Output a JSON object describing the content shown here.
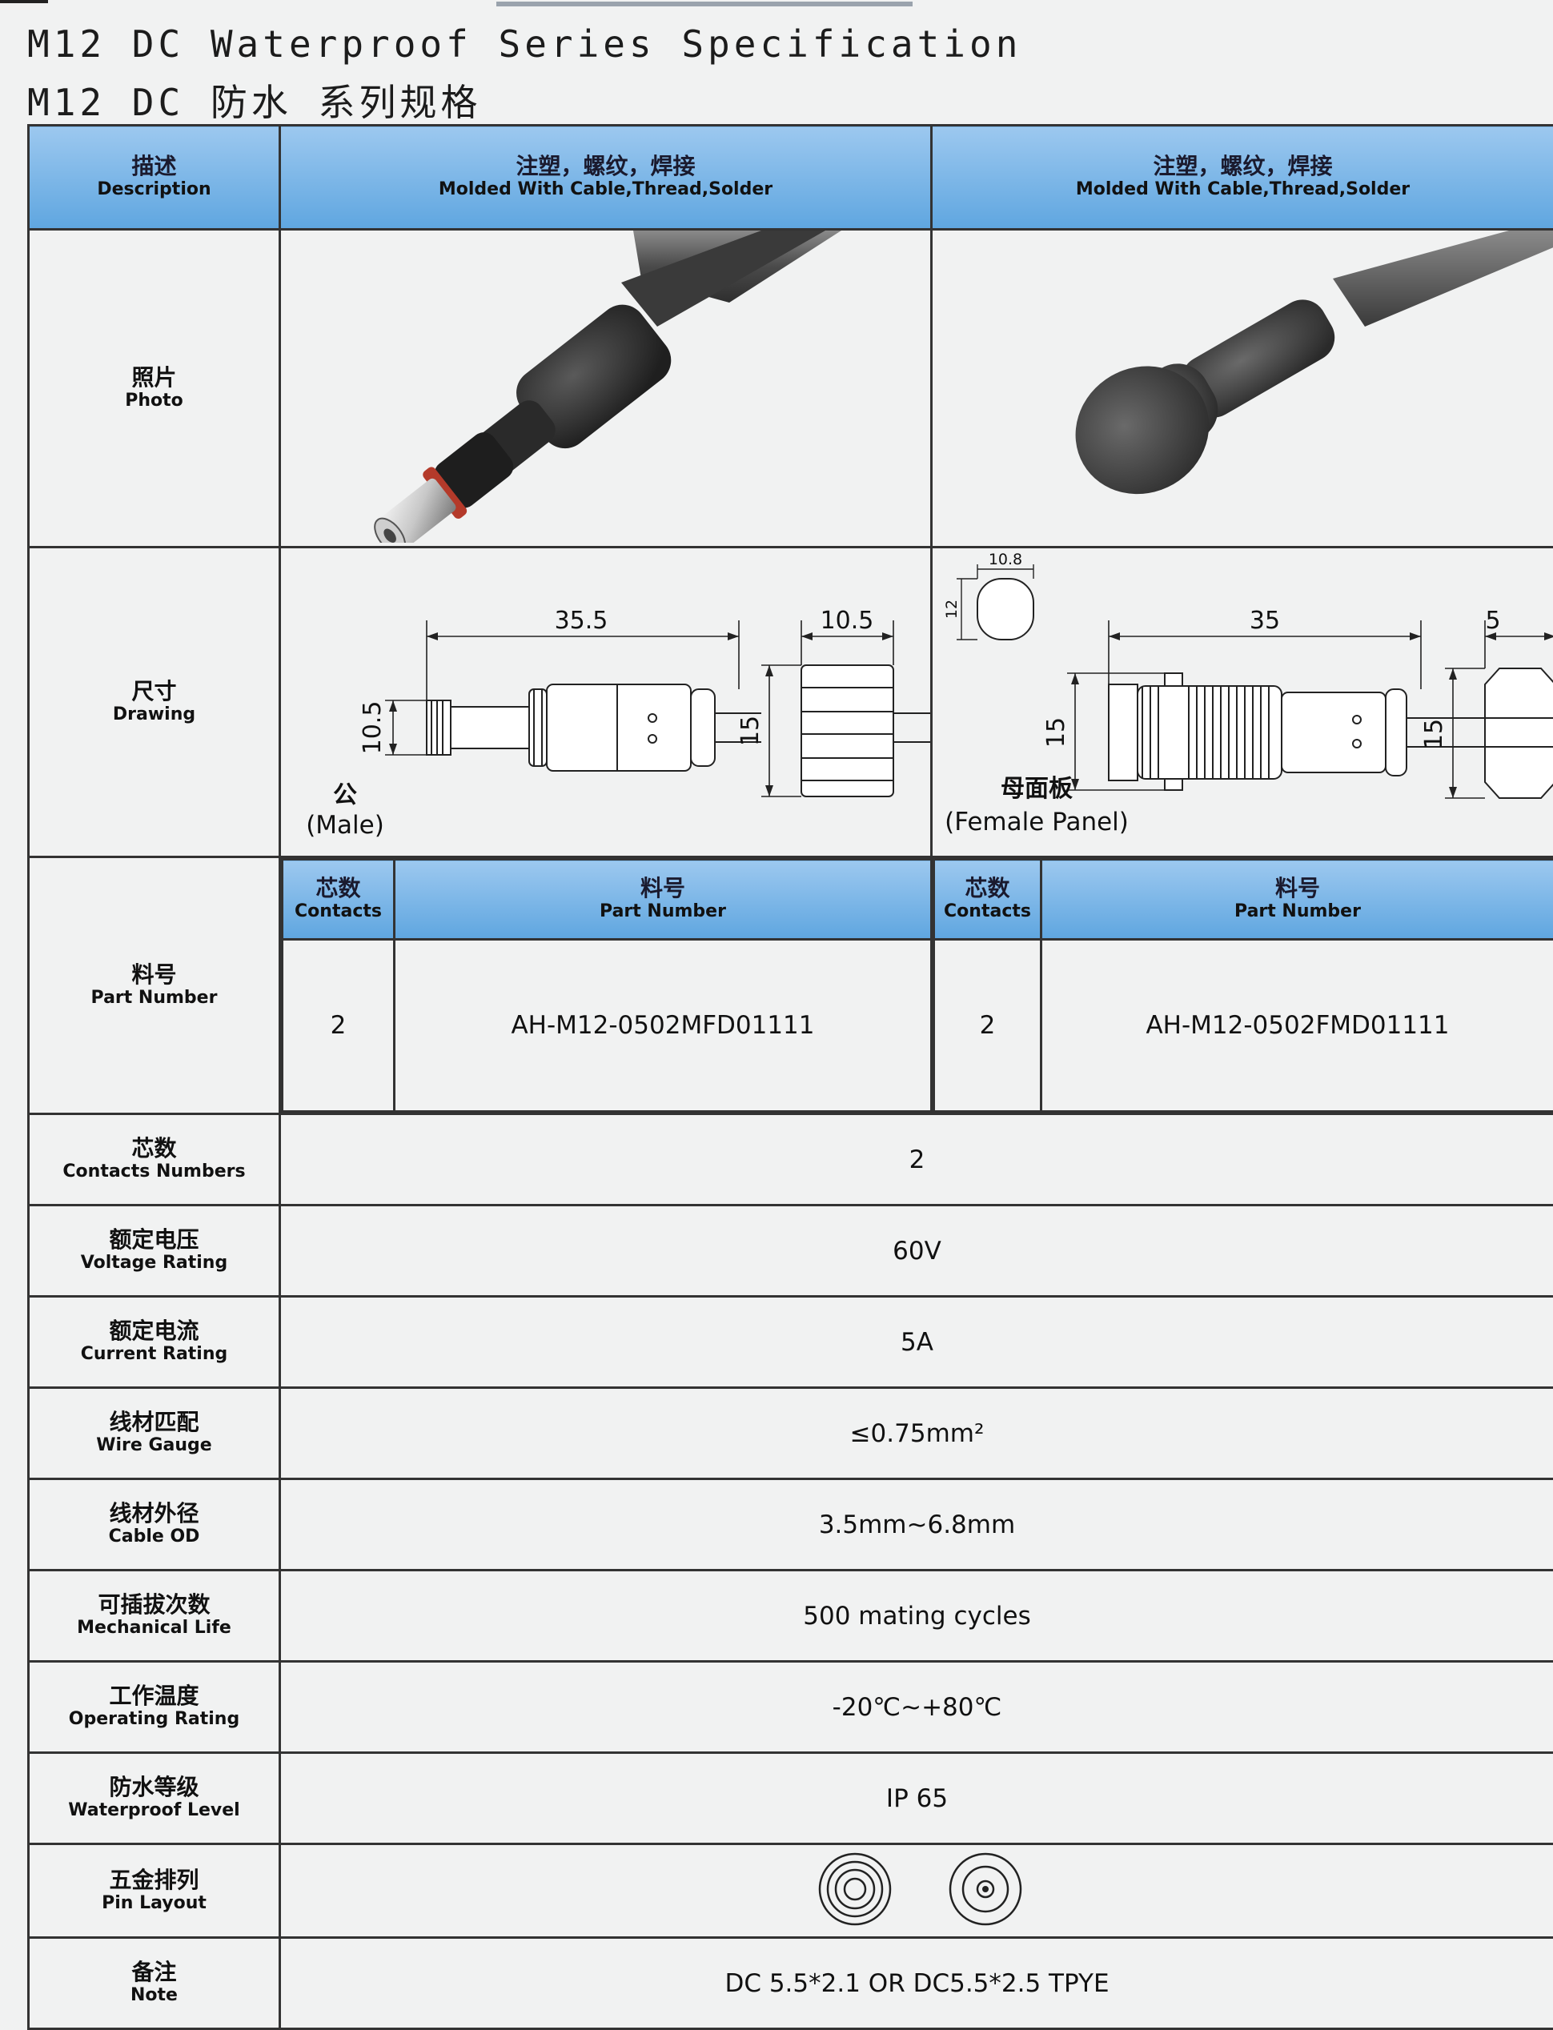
{
  "title_en": "M12 DC Waterproof Series Specification",
  "title_cn": "M12 DC 防水 系列规格",
  "header": {
    "label_cn": "描述",
    "label_en": "Description",
    "col1_cn": "注塑，螺纹，焊接",
    "col1_en": "Molded With Cable,Thread,Solder",
    "col2_cn": "注塑，螺纹，焊接",
    "col2_en": "Molded With Cable,Thread,Solder"
  },
  "photo": {
    "label_cn": "照片",
    "label_en": "Photo"
  },
  "drawing": {
    "label_cn": "尺寸",
    "label_en": "Drawing",
    "male": {
      "caption_cn": "公",
      "caption_en": "(Male)",
      "dim_length": "35.5",
      "dim_nut": "10.5",
      "dim_height": "10.5",
      "dim_body": "15"
    },
    "female": {
      "caption_cn": "母面板",
      "caption_en": "(Female Panel)",
      "dim_length": "35",
      "dim_nut": "5",
      "dim_body": "15",
      "dim_body2": "15",
      "dim_hole_w": "10.8",
      "dim_hole_h": "12"
    }
  },
  "part_number": {
    "label_cn": "料号",
    "label_en": "Part Number",
    "contacts_cn": "芯数",
    "contacts_en": "Contacts",
    "pn_cn": "料号",
    "pn_en": "Part Number",
    "male_contacts": "2",
    "male_pn": "AH-M12-0502MFD01111",
    "female_contacts": "2",
    "female_pn": "AH-M12-0502FMD01111"
  },
  "rows": [
    {
      "label_cn": "芯数",
      "label_en": "Contacts Numbers",
      "value": "2"
    },
    {
      "label_cn": "额定电压",
      "label_en": "Voltage Rating",
      "value": "60V"
    },
    {
      "label_cn": "额定电流",
      "label_en": "Current Rating",
      "value": "5A"
    },
    {
      "label_cn": "线材匹配",
      "label_en": "Wire Gauge",
      "value": "≤0.75mm²"
    },
    {
      "label_cn": "线材外径",
      "label_en": "Cable OD",
      "value": "3.5mm~6.8mm"
    },
    {
      "label_cn": "可插拔次数",
      "label_en": "Mechanical Life",
      "value": "500 mating cycles"
    },
    {
      "label_cn": "工作温度",
      "label_en": "Operating Rating",
      "value": "-20℃~+80℃"
    },
    {
      "label_cn": "防水等级",
      "label_en": "Waterproof Level",
      "value": "IP 65"
    }
  ],
  "pin_layout": {
    "label_cn": "五金排列",
    "label_en": "Pin Layout"
  },
  "note": {
    "label_cn": "备注",
    "label_en": "Note",
    "value": "DC 5.5*2.1 OR DC5.5*2.5 TPYE"
  },
  "colors": {
    "header_blue": "#6aaee3",
    "grid": "#333333",
    "page": "#f1f2f2"
  }
}
